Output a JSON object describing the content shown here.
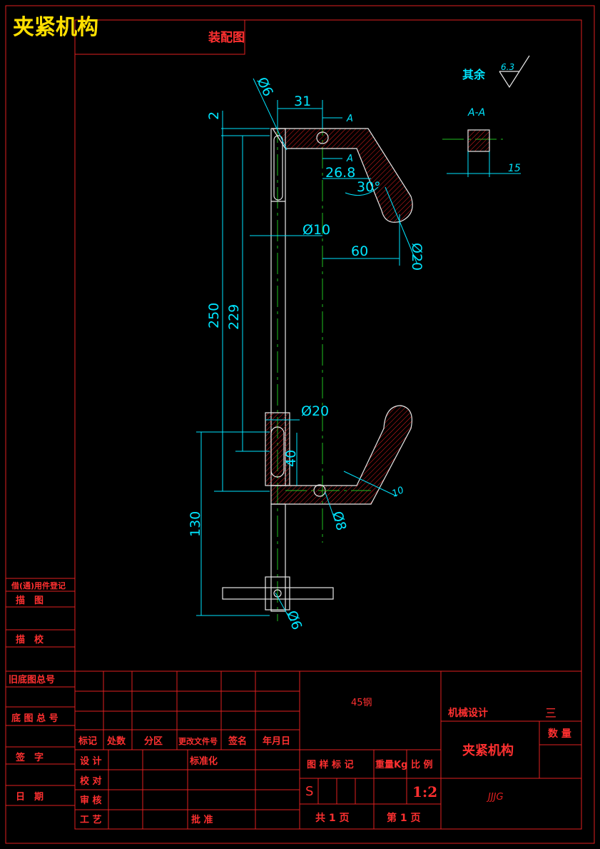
{
  "drawing": {
    "title": "夹紧机构",
    "stamp_label": "装配图",
    "roughness_label": "其余",
    "roughness_value": "6.3",
    "section_label": "A-A",
    "section_marker": "A",
    "dimensions": {
      "d_31": "31",
      "d_2": "2",
      "d_phi6_top": "Ø6",
      "d_26_8": "26.8",
      "d_30deg": "30°",
      "d_phi10": "Ø10",
      "d_60": "60",
      "d_phi20_r": "Ø20",
      "d_250": "250",
      "d_229": "229",
      "d_phi20": "Ø20",
      "d_40": "40",
      "d_10": "10",
      "d_130": "130",
      "d_phi8": "Ø8",
      "d_phi6_bottom": "Ø6",
      "d_15": "15"
    }
  },
  "left_strip": {
    "row_1": "借(通)用件登记",
    "row_2": "描　图",
    "row_3": "描　校",
    "row_4": "旧底图总号",
    "row_5": "底 图 总 号",
    "row_6": "签　字",
    "row_7": "日　期"
  },
  "title_block": {
    "col_mark": "标记",
    "col_count": "处数",
    "col_zone": "分区",
    "col_doc": "更改文件号",
    "col_sign": "签名",
    "col_date": "年月日",
    "design": "设 计",
    "standard": "标准化",
    "check": "校 对",
    "review": "审 核",
    "process": "工 艺",
    "approve": "批 准",
    "material": "45钢",
    "stage_mark": "图 样 标 记",
    "weight": "重量Kg",
    "scale_label": "比 例",
    "stage_value": "S",
    "scale_value": "1:2",
    "total_pages": "共 1 页",
    "page_no": "第 1 页",
    "course": "机械设计",
    "course_no": "三",
    "quantity": "数 量",
    "part_name": "夹紧机构",
    "code": "JJJG"
  }
}
